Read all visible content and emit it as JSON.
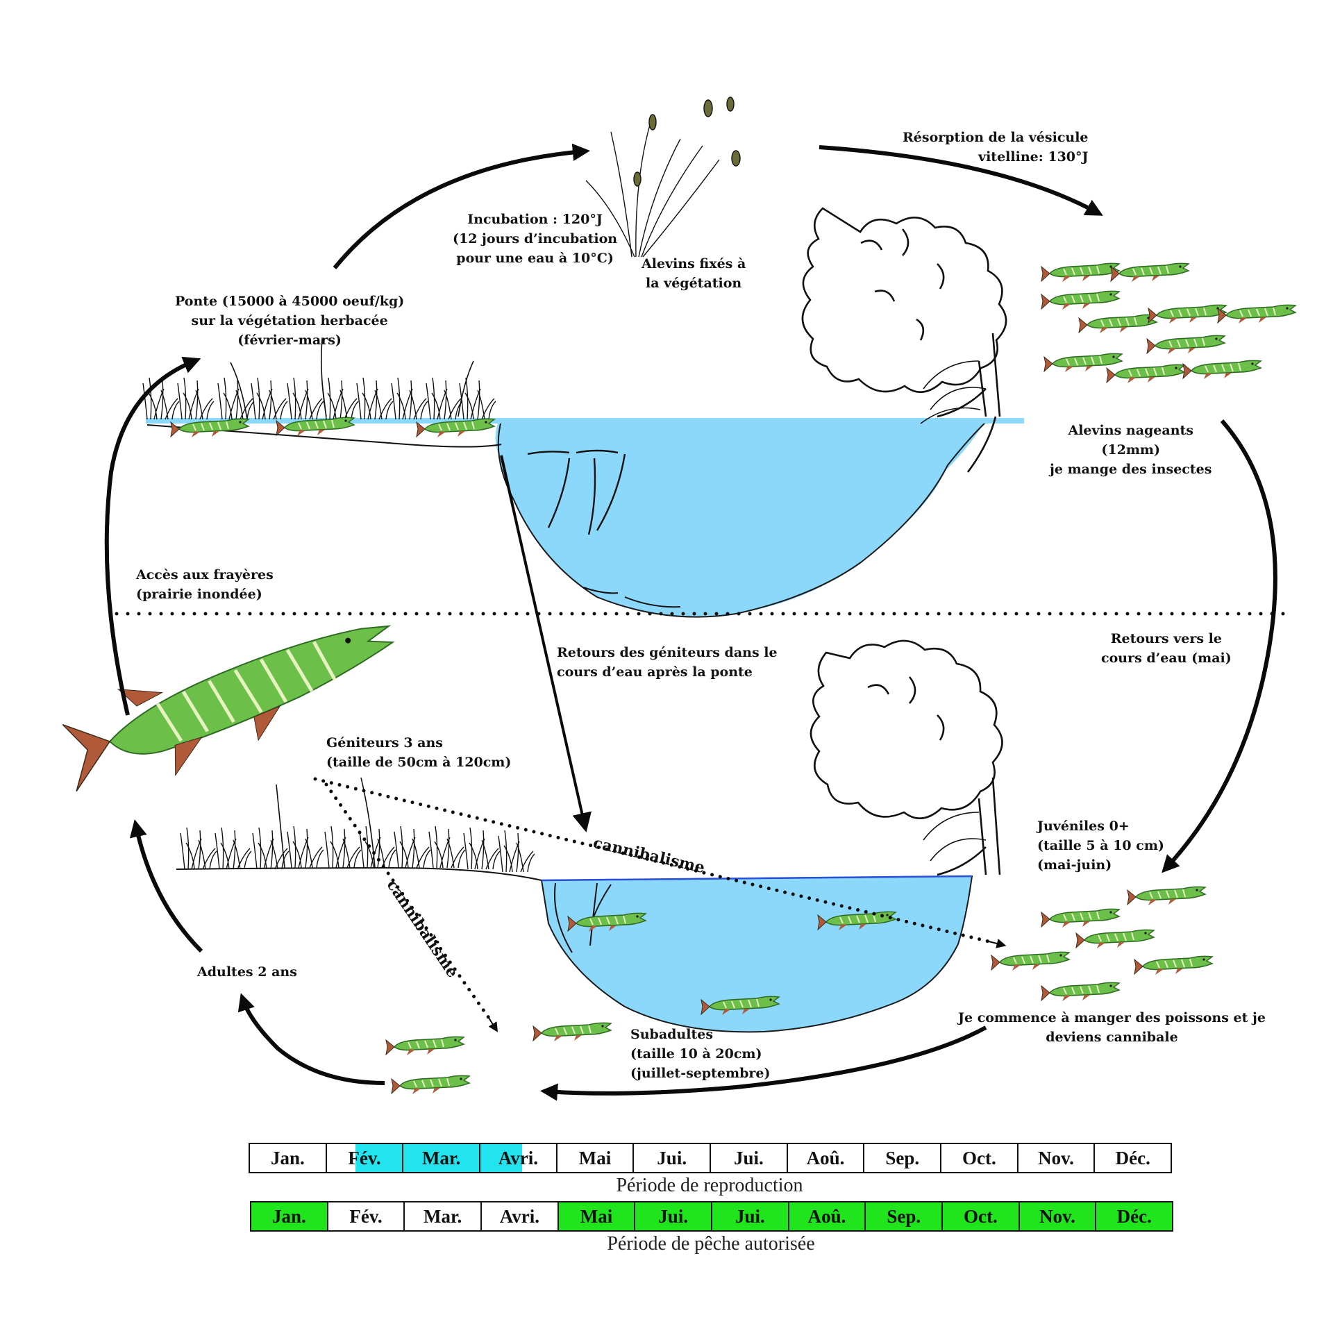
{
  "labels": {
    "incubation": [
      "Incubation : 120°J",
      "(12 jours d’incubation",
      "pour une eau à 10°C)"
    ],
    "alevins_fixes": [
      "Alevins fixés à",
      "la végétation"
    ],
    "resorption": [
      "Résorption de la vésicule",
      "vitelline: 130°J"
    ],
    "ponte": [
      "Ponte (15000 à 45000 oeuf/kg)",
      "sur la végétation herbacée",
      "(février-mars)"
    ],
    "alevins_nageants": [
      "Alevins nageants",
      "(12mm)",
      "je mange des insectes"
    ],
    "acces": [
      "Accès aux frayères",
      "(prairie inondée)"
    ],
    "retours_geniteurs": [
      "Retours des géniteurs dans le",
      "cours d’eau après la ponte"
    ],
    "retours_cours": [
      "Retours vers le",
      "cours d’eau (mai)"
    ],
    "geniteurs": [
      "Géniteurs 3 ans",
      "(taille de 50cm à 120cm)"
    ],
    "juveniles": [
      "Juvéniles 0+",
      "(taille 5 à 10 cm)",
      "(mai-juin)"
    ],
    "cannibalisme_1": "cannibalisme",
    "cannibalisme_2": "cannibalisme",
    "adultes": "Adultes 2 ans",
    "subadultes": [
      "Subadultes",
      "(taille 10 à 20cm)",
      "(juillet-septembre)"
    ],
    "poissons": [
      "Je commence à manger des poissons et  je",
      "deviens cannibale"
    ]
  },
  "calendar": {
    "reproduction": {
      "caption": "Période de reproduction",
      "months": [
        "Jan.",
        "Fév.",
        "Mar.",
        "Avri.",
        "Mai",
        "Jui.",
        "Jui.",
        "Aoû.",
        "Sep.",
        "Oct.",
        "Nov.",
        "Déc."
      ],
      "highlight_color": "#22e4ee",
      "highlight_fraction": [
        0,
        0.62,
        1,
        0.55,
        0,
        0,
        0,
        0,
        0,
        0,
        0,
        0
      ]
    },
    "fishing": {
      "caption": "Période de pêche autorisée",
      "months": [
        "Jan.",
        "Fév.",
        "Mar.",
        "Avri.",
        "Mai",
        "Jui.",
        "Jui.",
        "Aoû.",
        "Sep.",
        "Oct.",
        "Nov.",
        "Déc."
      ],
      "highlight_color": "#21e51c",
      "authorized": [
        true,
        false,
        false,
        false,
        true,
        true,
        true,
        true,
        true,
        true,
        true,
        true
      ]
    }
  },
  "colors": {
    "water": "#8bd8fa",
    "fish": "#6cc04a",
    "fish_dark": "#2f6b24",
    "fin": "#b05a3a",
    "arrow": "#0a0a0a"
  }
}
